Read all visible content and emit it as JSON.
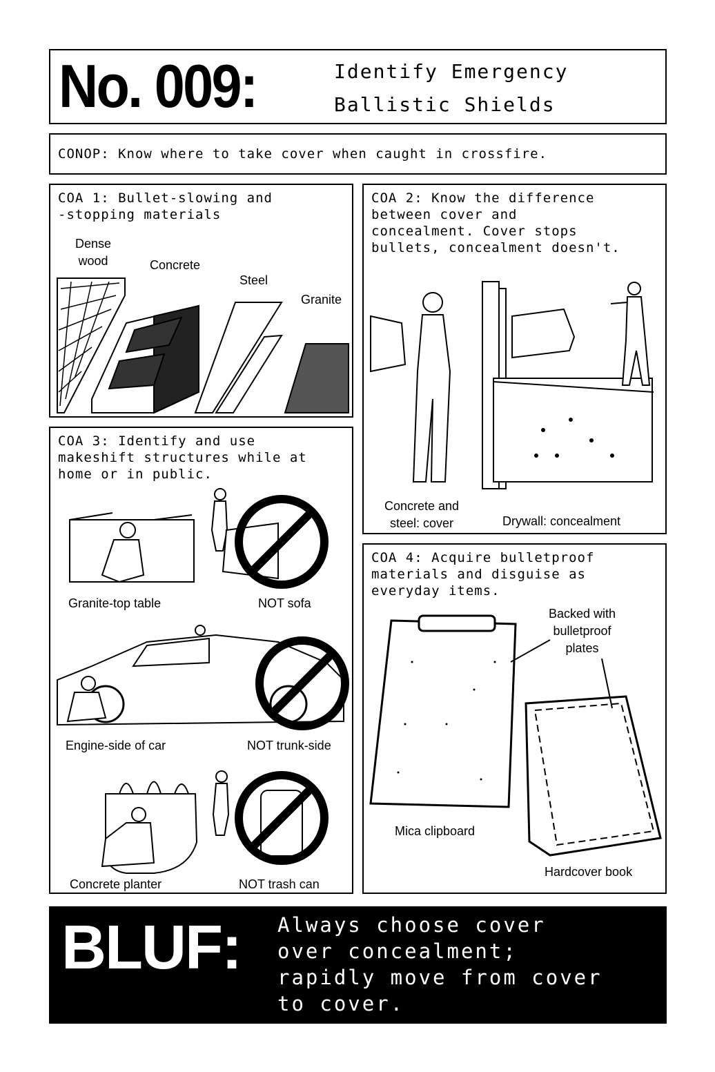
{
  "header": {
    "number": "No. 009:",
    "title_line1": "Identify Emergency",
    "title_line2": "Ballistic Shields"
  },
  "conop": "CONOP: Know where to take cover when caught in crossfire.",
  "coa1": {
    "heading": "COA 1: Bullet-slowing and\n-stopping materials",
    "labels": {
      "dense_wood": "Dense\nwood",
      "concrete": "Concrete",
      "steel": "Steel",
      "granite": "Granite"
    }
  },
  "coa2": {
    "heading": "COA 2: Know the difference\nbetween cover and\nconcealment. Cover stops\nbullets, concealment doesn't.",
    "labels": {
      "cover": "Concrete and\nsteel: cover",
      "concealment": "Drywall: concealment"
    }
  },
  "coa3": {
    "heading": "COA 3: Identify and use\nmakeshift structures while at\nhome or in public.",
    "labels": {
      "table": "Granite-top table",
      "sofa": "NOT sofa",
      "car": "Engine-side of car",
      "trunk": "NOT trunk-side",
      "planter": "Concrete planter",
      "trash": "NOT trash can"
    }
  },
  "coa4": {
    "heading": "COA 4: Acquire bulletproof\nmaterials and disguise as\neveryday items.",
    "labels": {
      "backed": "Backed with\nbulletproof\nplates",
      "clipboard": "Mica clipboard",
      "book": "Hardcover book"
    }
  },
  "bluf": {
    "label": "BLUF:",
    "text": "Always choose cover\nover concealment;\nrapidly move from cover\nto cover."
  }
}
